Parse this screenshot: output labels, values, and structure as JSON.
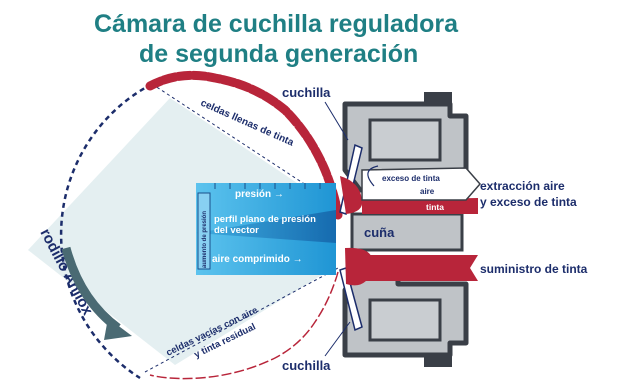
{
  "title": {
    "line1": "Cámara de cuchilla reguladora",
    "line2": "de segunda generación"
  },
  "labels": {
    "blade_top": "cuchilla",
    "blade_bottom": "cuchilla",
    "filled_cells": "celdas llenas de tinta",
    "empty_cells_1": "celdas vacías con aire",
    "empty_cells_2": "y tinta residual",
    "roller": "rodillo Anilox",
    "pressure": "presión →",
    "pressure_flat_1": "perfil plano de presión",
    "pressure_flat_2": "del vector",
    "compressed_air": "aire comprimido →",
    "pressure_scale": "aumento de presión",
    "wedge": "cuña",
    "excess_ink": "exceso de tinta",
    "air": "aire",
    "ink": "tinta",
    "extraction_1": "extracción aire",
    "extraction_2": "y exceso de tinta",
    "supply": "suministro de tinta"
  },
  "colors": {
    "title": "#1f7f84",
    "ink_red": "#b8253a",
    "cyan_zone": "#27a7df",
    "steel": "#bfc3c7",
    "steel_dark": "#3a3f47",
    "label_navy": "#1c2d6b",
    "roller_arrow": "#4a6a73"
  }
}
